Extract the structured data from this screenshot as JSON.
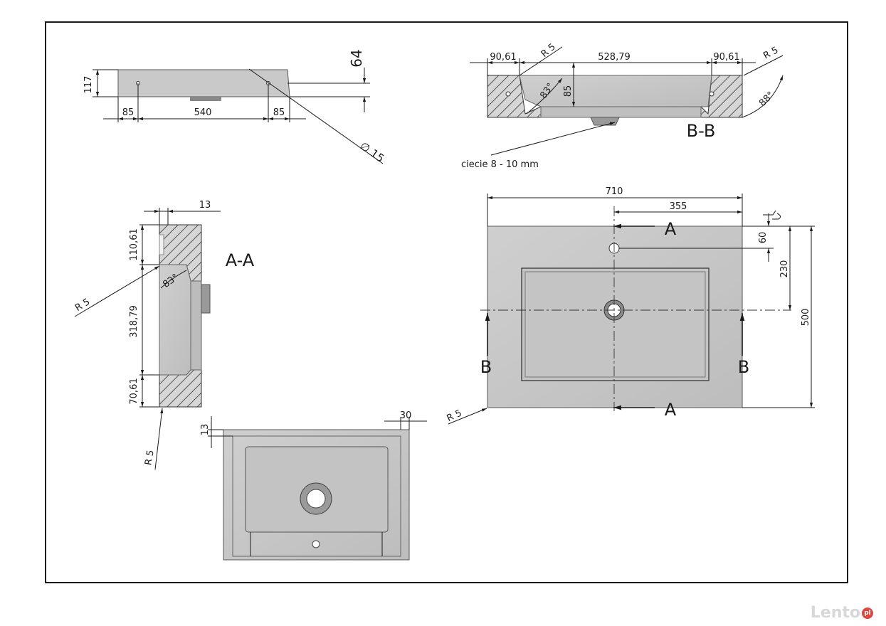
{
  "views": {
    "side": {
      "h_117": "117",
      "h_64": "64",
      "w_85_left": "85",
      "w_540": "540",
      "w_85_right": "85",
      "hole_diameter": "∅ 15"
    },
    "section_bb": {
      "w_9061_left": "90,61",
      "w_52879": "528,79",
      "w_9061_right": "90,61",
      "r5_left": "R 5",
      "r5_right": "R 5",
      "angle_83": "83°",
      "h_85": "85",
      "angle_88": "88°",
      "label": "B-B",
      "cut_note": "ciecie 8 - 10 mm"
    },
    "section_aa": {
      "w_13": "13",
      "h_11061": "110,61",
      "angle_83": "83°",
      "r5_upper": "R 5",
      "h_31879": "318,79",
      "h_7061": "70,61",
      "r5_lower": "R 5",
      "label": "A-A"
    },
    "top": {
      "w_710": "710",
      "w_355": "355",
      "h_60": "60",
      "h_230": "230",
      "h_500": "500",
      "r5": "R 5",
      "cut_a_top": "A",
      "cut_a_bottom": "A",
      "cut_b_left": "B",
      "cut_b_right": "B"
    },
    "bottom": {
      "w_30": "30",
      "h_13": "13"
    }
  },
  "watermark": {
    "text": "Lento",
    "badge": "pl"
  }
}
